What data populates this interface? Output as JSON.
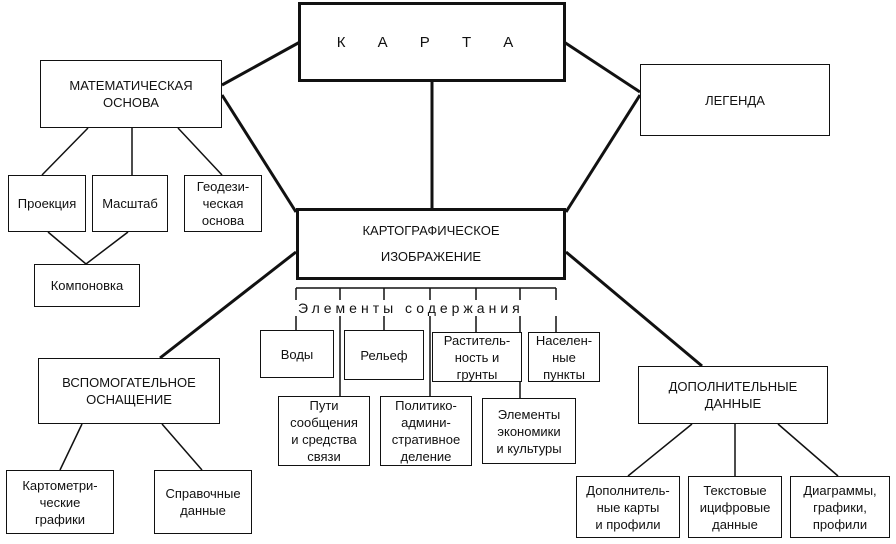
{
  "nodes": {
    "map": "К А Р Т А",
    "math_basis": "МАТЕМАТИЧЕСКАЯ\nОСНОВА",
    "legend": "ЛЕГЕНДА",
    "cartographic_image": "КАРТОГРАФИЧЕСКОЕ\nИЗОБРАЖЕНИЕ",
    "projection": "Проекция",
    "scale": "Масштаб",
    "geodetic_basis": "Геодези-\nческая\nоснова",
    "layout": "Компоновка",
    "auxiliary_equipment": "ВСПОМОГАТЕЛЬНОЕ\nОСНАЩЕНИЕ",
    "cartometric_graphs": "Картометри-\nческие\nграфики",
    "reference_data": "Справочные\nданные",
    "additional_data": "ДОПОЛНИТЕЛЬНЫЕ\nДАННЫЕ",
    "additional_maps": "Дополнитель-\nные карты\nи профили",
    "text_digital_data": "Текстовые\nицифровые\nданные",
    "diagrams_graphs": "Диаграммы,\nграфики,\nпрофили",
    "waters": "Воды",
    "relief": "Рельеф",
    "vegetation_soils": "Раститель-\nность и\nгрунты",
    "settlements": "Населен-\nные\nпункты",
    "communications": "Пути\nсообщения\nи средства\nсвязи",
    "political_division": "Политико-\nадмини-\nстративное\nделение",
    "economy_culture": "Элементы\nэкономики\nи культуры"
  },
  "content_elements_caption": "Элементы содержания"
}
